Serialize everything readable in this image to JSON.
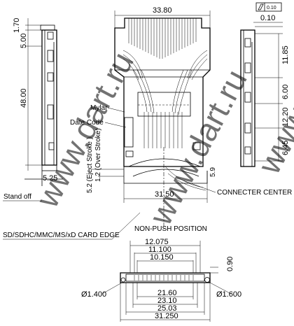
{
  "dimensions": {
    "overall_width": "33.80",
    "body_width": "31.50",
    "height_top": "1.70",
    "dim_500": "5.00",
    "length": "48.00",
    "standoff": "5.25",
    "eject_stroke": "5.2 (Eject Stroke )",
    "over_stroke": "1.2 (Over Stroke)",
    "dim_59": "5.9",
    "right_1185": "11.85",
    "right_600": "6.00",
    "right_1220": "12.20",
    "right_645": "6.45",
    "flatness": "0.10",
    "dim_010": "0.10",
    "bottom_12075": "12.075",
    "bottom_11100": "11.100",
    "bottom_10150": "10.150",
    "bottom_090": "0.90",
    "bottom_hole_left": "Ø1.400",
    "bottom_hole_right": "Ø1.600",
    "bottom_2160": "21.60",
    "bottom_2310": "23.10",
    "bottom_2503": "25.03",
    "bottom_3125": "31.250"
  },
  "labels": {
    "mylar": "Mylar",
    "date_code": "Date Code",
    "connecter_center": "CONNECTER CENTER",
    "non_push": "NON-PUSH  POSITION",
    "stand_off": "Stand off",
    "card_edge": "SD/SDHC/MMC/MS/xD CARD EDGE"
  },
  "watermark": "www.dart.ru"
}
